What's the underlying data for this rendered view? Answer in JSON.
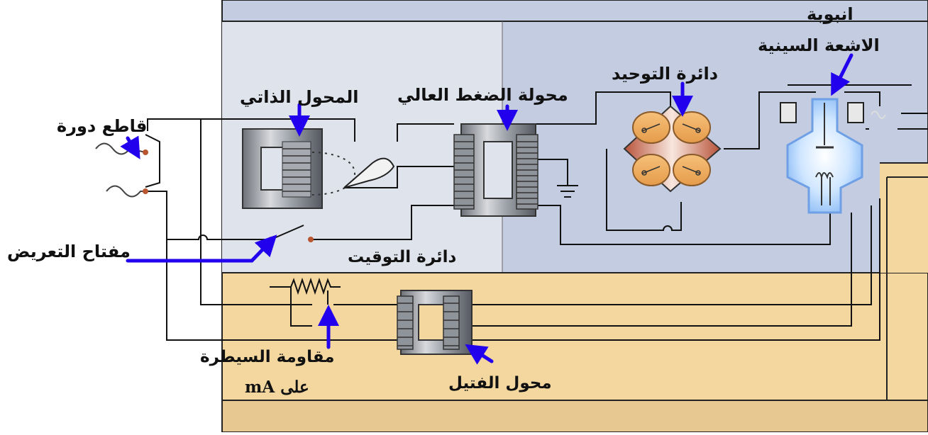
{
  "labels": {
    "xray_tube_1": "انبوبة",
    "xray_tube_2": "الاشعة السينية",
    "rectifier": "دائرة التوحيد",
    "hv_transformer": "محولة الضغط العالي",
    "auto_transformer": "المحول الذاتي",
    "circuit_breaker": "قاطع دورة",
    "exposure_switch": "مفتاح التعريض",
    "timer": "دائرة التوقيت",
    "ma_resistor_1": "مقاومة السيطرة",
    "ma_resistor_2": "على mA",
    "filament_transformer": "محول الفتيل"
  },
  "colors": {
    "upper_panel": "#c3cce0",
    "upper_panel_light": "#dfe3ec",
    "lower_panel": "#f3d79e",
    "lower_panel_bottom": "#e7c890",
    "arrow": "#2200ee",
    "wire": "#111111"
  }
}
